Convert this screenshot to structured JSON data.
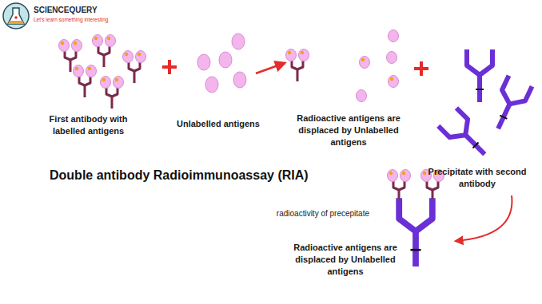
{
  "diagram": {
    "title": "Double antibody Radioimmunoassay (RIA)",
    "labels": [
      "SCIENCEQUERY",
      "Let's learn something interesting",
      "First antibody with labelled antigens",
      "Unlabelled antigens",
      "Radioactive antigens are displaced by Unlabelled antigens",
      "Precipitate with second antibody",
      "radioactivity of precepitate",
      "Radioactive antigens are displaced by Unlabelled antigens"
    ]
  }
}
